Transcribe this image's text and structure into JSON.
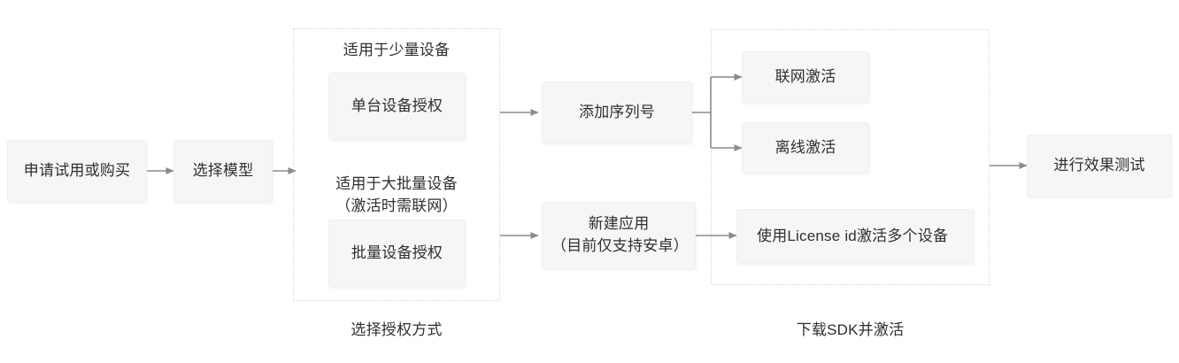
{
  "diagram": {
    "title_nodes": {
      "apply": "申请试用或购买",
      "choose_model": "选择模型",
      "add_serial": "添加序列号",
      "new_app": "新建应用\n（目前仅支持安卓）",
      "single_device_auth": "单台设备授权",
      "batch_device_auth": "批量设备授权",
      "online_activate": "联网激活",
      "offline_activate": "离线激活",
      "license_id_activate": "使用License id激活多个设备",
      "effect_test": "进行效果测试"
    },
    "annotations": {
      "few_devices": "适用于少量设备",
      "many_devices": "适用于大批量设备\n（激活时需联网）"
    },
    "group_captions": {
      "auth_method": "选择授权方式",
      "download_sdk": "下载SDK并激活"
    },
    "colors": {
      "node_fill": "#f6f6f7",
      "node_border": "#f0f0f1",
      "text": "#2f2f33",
      "connector": "#8c8c8c",
      "group_border": "#d6d6da",
      "background": "#ffffff"
    }
  }
}
